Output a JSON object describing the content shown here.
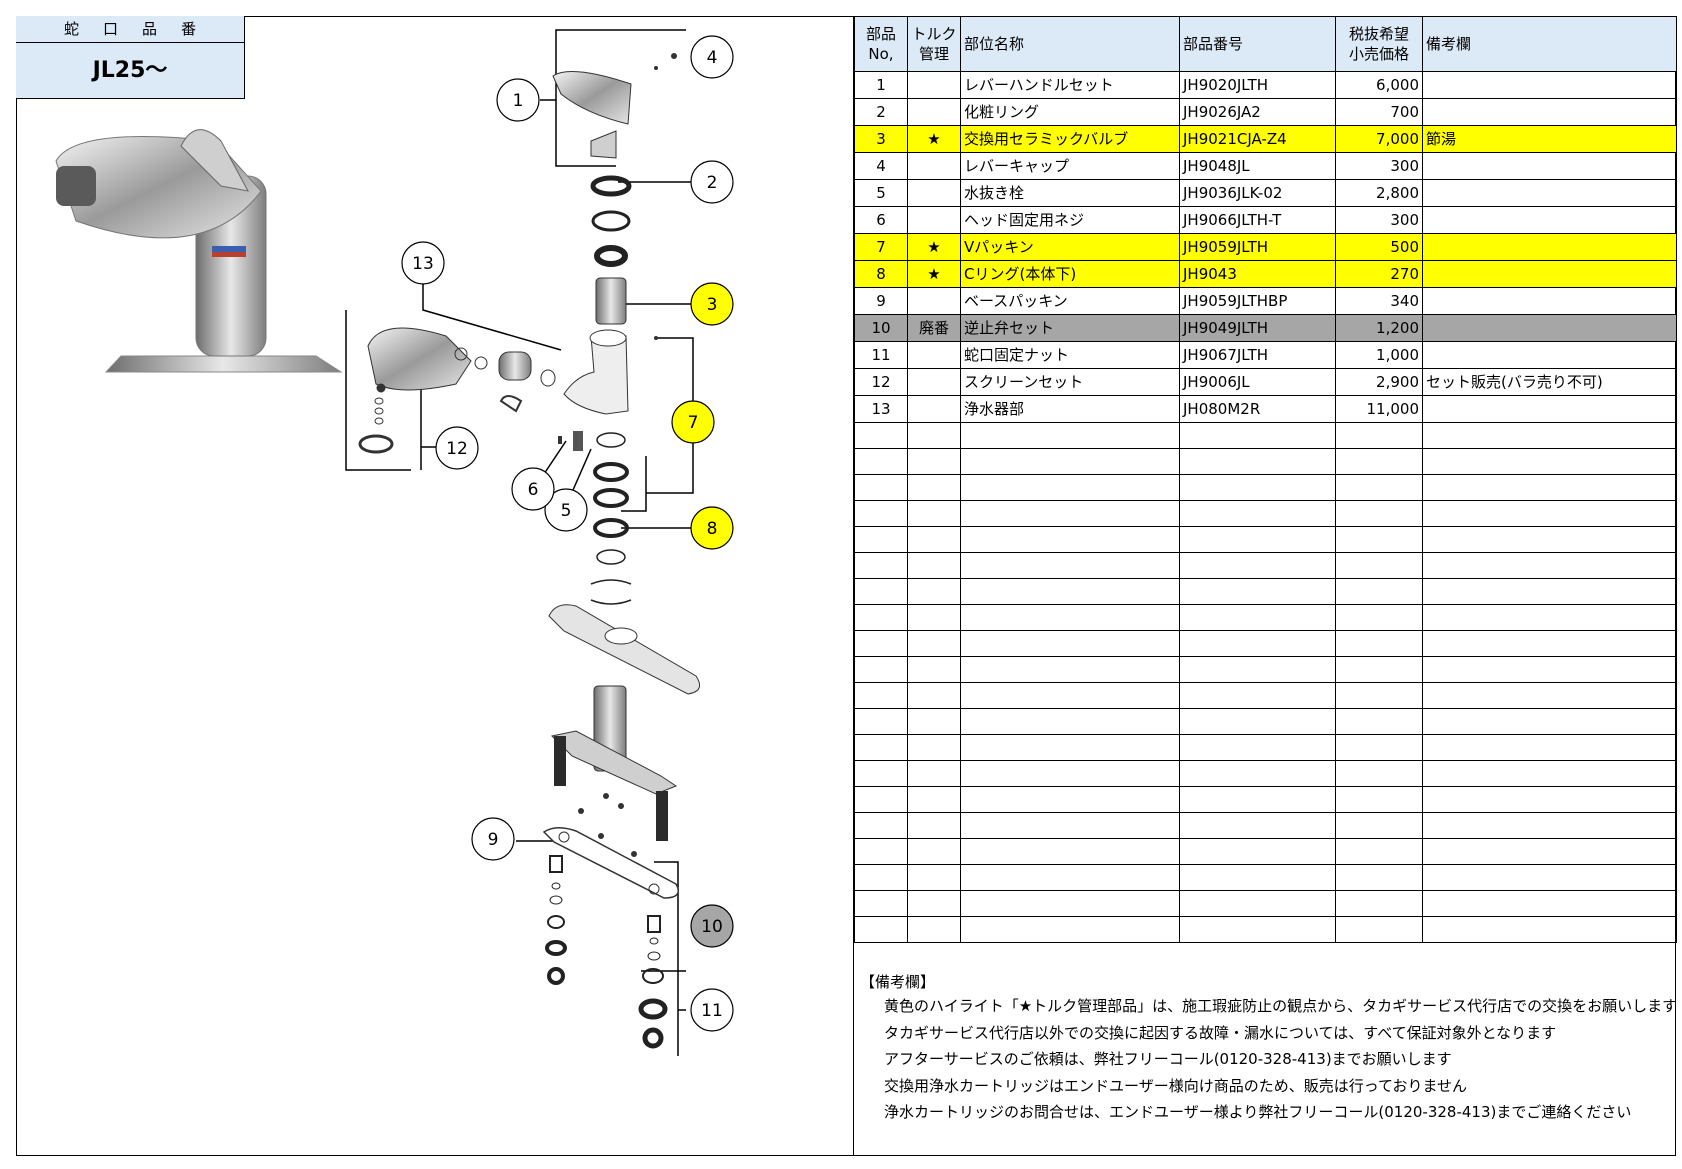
{
  "header": {
    "label": "蛇口品番",
    "model": "JL25～"
  },
  "table": {
    "columns": [
      "部品\nNo,",
      "トルク\n管理",
      "部位名称",
      "部品番号",
      "税抜希望\n小売価格",
      "備考欄"
    ],
    "col_no_l1": "部品",
    "col_no_l2": "No,",
    "col_torque_l1": "トルク",
    "col_torque_l2": "管理",
    "col_name": "部位名称",
    "col_part": "部品番号",
    "col_price_l1": "税抜希望",
    "col_price_l2": "小売価格",
    "col_note": "備考欄",
    "rows": [
      {
        "no": "1",
        "torque": "",
        "name": "レバーハンドルセット",
        "part": "JH9020JLTH",
        "price": "6,000",
        "note": "",
        "hl": ""
      },
      {
        "no": "2",
        "torque": "",
        "name": "化粧リング",
        "part": "JH9026JA2",
        "price": "700",
        "note": "",
        "hl": ""
      },
      {
        "no": "3",
        "torque": "★",
        "name": "交換用セラミックバルブ",
        "part": "JH9021CJA-Z4",
        "price": "7,000",
        "note": "節湯",
        "hl": "yellow"
      },
      {
        "no": "4",
        "torque": "",
        "name": "レバーキャップ",
        "part": "JH9048JL",
        "price": "300",
        "note": "",
        "hl": ""
      },
      {
        "no": "5",
        "torque": "",
        "name": "水抜き栓",
        "part": "JH9036JLK-02",
        "price": "2,800",
        "note": "",
        "hl": ""
      },
      {
        "no": "6",
        "torque": "",
        "name": "ヘッド固定用ネジ",
        "part": "JH9066JLTH-T",
        "price": "300",
        "note": "",
        "hl": ""
      },
      {
        "no": "7",
        "torque": "★",
        "name": "Vパッキン",
        "part": "JH9059JLTH",
        "price": "500",
        "note": "",
        "hl": "yellow"
      },
      {
        "no": "8",
        "torque": "★",
        "name": "Cリング(本体下)",
        "part": "JH9043",
        "price": "270",
        "note": "",
        "hl": "yellow"
      },
      {
        "no": "9",
        "torque": "",
        "name": "ベースパッキン",
        "part": "JH9059JLTHBP",
        "price": "340",
        "note": "",
        "hl": ""
      },
      {
        "no": "10",
        "torque": "廃番",
        "name": "逆止弁セット",
        "part": "JH9049JLTH",
        "price": "1,200",
        "note": "",
        "hl": "gray"
      },
      {
        "no": "11",
        "torque": "",
        "name": "蛇口固定ナット",
        "part": "JH9067JLTH",
        "price": "1,000",
        "note": "",
        "hl": ""
      },
      {
        "no": "12",
        "torque": "",
        "name": "スクリーンセット",
        "part": "JH9006JL",
        "price": "2,900",
        "note": "セット販売(バラ売り不可)",
        "hl": ""
      },
      {
        "no": "13",
        "torque": "",
        "name": "浄水器部",
        "part": "JH080M2R",
        "price": "11,000",
        "note": "",
        "hl": ""
      }
    ]
  },
  "notes": {
    "title": "【備考欄】",
    "lines": [
      "黄色のハイライト「★トルク管理部品」は、施工瑕疵防止の観点から、タカギサービス代行店での交換をお願いします",
      "タカギサービス代行店以外での交換に起因する故障・漏水については、すべて保証対象外となります",
      "アフターサービスのご依頼は、弊社フリーコール(0120-328-413)までお願いします",
      "交換用浄水カートリッジはエンドユーザー様向け商品のため、販売は行っておりません",
      "浄水カートリッジのお問合せは、エンドユーザー様より弊社フリーコール(0120-328-413)までご連絡ください"
    ]
  },
  "callouts": {
    "c1": "1",
    "c2": "2",
    "c3": "3",
    "c4": "4",
    "c5": "5",
    "c6": "6",
    "c7": "7",
    "c8": "8",
    "c9": "9",
    "c10": "10",
    "c11": "11",
    "c12": "12",
    "c13": "13"
  },
  "colors": {
    "highlight_yellow": "#ffff00",
    "discontinued_gray": "#a6a6a6",
    "header_blue": "#dce9f6"
  }
}
